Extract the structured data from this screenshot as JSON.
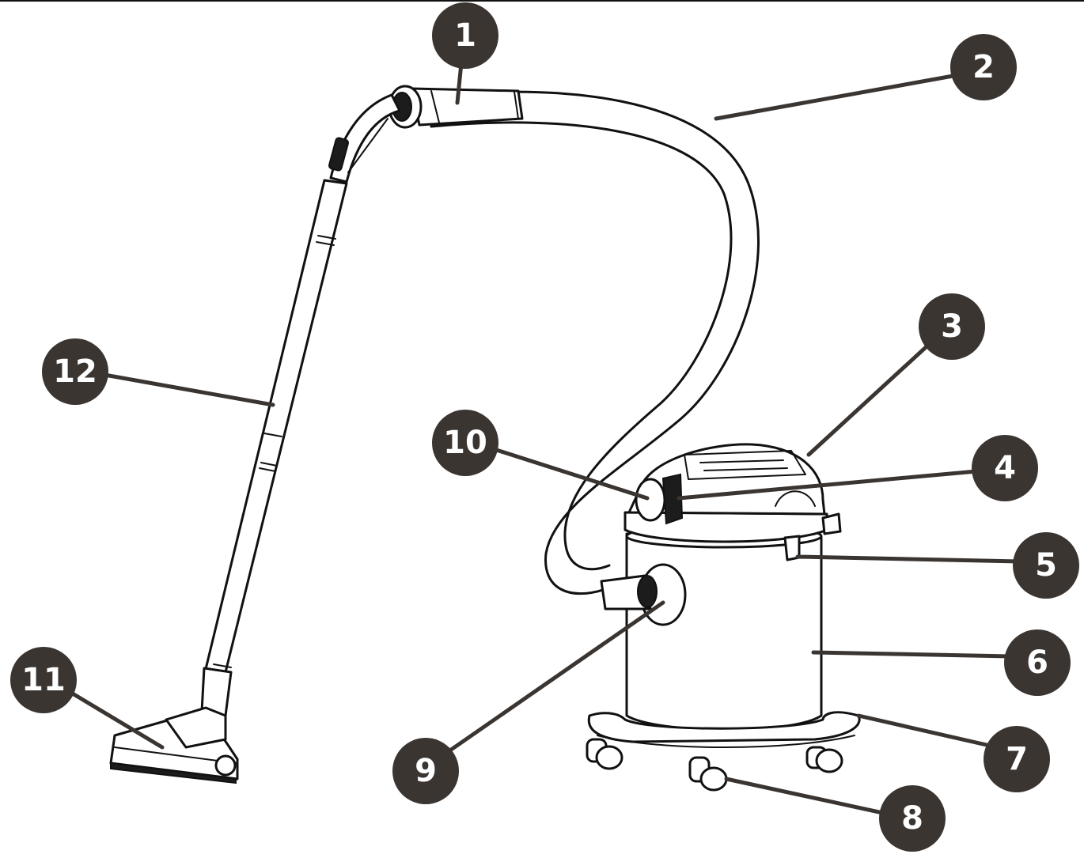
{
  "callouts": [
    {
      "id": "1"
    },
    {
      "id": "2"
    },
    {
      "id": "3"
    },
    {
      "id": "4"
    },
    {
      "id": "5"
    },
    {
      "id": "6"
    },
    {
      "id": "7"
    },
    {
      "id": "8"
    },
    {
      "id": "9"
    },
    {
      "id": "10"
    },
    {
      "id": "11"
    },
    {
      "id": "12"
    }
  ],
  "colors": {
    "badge_fill": "#3b3532",
    "badge_text": "#ffffff",
    "line_art": "#111111"
  },
  "icons": [
    "vacuum-cleaner-illustration"
  ]
}
